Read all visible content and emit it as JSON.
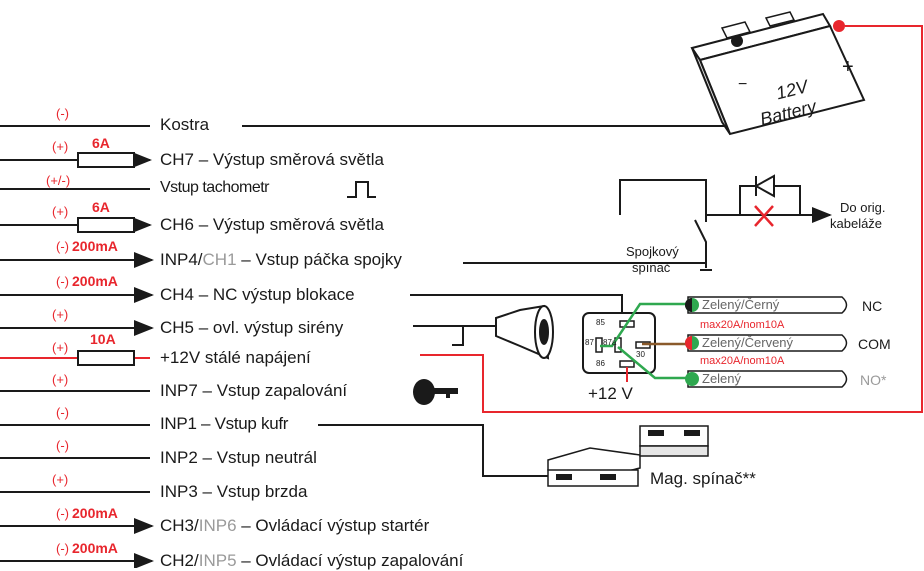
{
  "wires": [
    {
      "polarity": "(-)",
      "amp": "",
      "label": "Kostra"
    },
    {
      "polarity": "(+)",
      "amp": "6A",
      "label": "CH7 – Výstup směrová světla"
    },
    {
      "polarity": "(+/-)",
      "amp": "",
      "label": "Vstup tachometr"
    },
    {
      "polarity": "(+)",
      "amp": "6A",
      "label": "CH6 – Výstup směrová světla"
    },
    {
      "polarity": "(-)",
      "amp": "200mA",
      "label_a": "INP4/",
      "label_b": "CH1",
      "label_c": " – Vstup páčka spojky"
    },
    {
      "polarity": "(-)",
      "amp": "200mA",
      "label": "CH4 –  NC výstup blokace"
    },
    {
      "polarity": "(+)",
      "amp": "",
      "label": "CH5 –    ovl. výstup sirény"
    },
    {
      "polarity": "(+)",
      "amp": "10A",
      "label": "+12V   stálé napájení"
    },
    {
      "polarity": "(+)",
      "amp": "",
      "label": "INP7 – Vstup zapalování"
    },
    {
      "polarity": "(-)",
      "amp": "",
      "label": "INP1 – Vstup kufr"
    },
    {
      "polarity": "(-)",
      "amp": "",
      "label": "INP2 – Vstup neutrál"
    },
    {
      "polarity": "(+)",
      "amp": "",
      "label": "INP3 – Vstup brzda"
    },
    {
      "polarity": "(-)",
      "amp": "200mA",
      "label_a": "CH3/",
      "label_b": "INP6",
      "label_c": " – Ovládací výstup startér"
    },
    {
      "polarity": "(-)",
      "amp": "200mA",
      "label_a": "CH2/",
      "label_b": "INP5",
      "label_c": " – Ovládací výstup zapalování"
    }
  ],
  "battery": {
    "voltage": "12V",
    "name": "Battery",
    "minus": "−",
    "plus": "+"
  },
  "clutch": {
    "line1": "Spojkový",
    "line2": "spínač"
  },
  "orig": {
    "line1": "Do orig.",
    "line2": "kabeláže"
  },
  "relay": {
    "pins": [
      "85",
      "87",
      "87a",
      "30",
      "86"
    ],
    "supply": "+12 V",
    "outputs": [
      {
        "wire": "Zelený/Černý",
        "tag": "NC",
        "rating": "max20A/nom10A"
      },
      {
        "wire": "Zelený/Červený",
        "tag": "COM",
        "rating": "max20A/nom10A"
      },
      {
        "wire": "Zelený",
        "tag": "NO*",
        "rating": ""
      }
    ]
  },
  "magswitch": "Mag. spínač**",
  "colors": {
    "red": "#e8262d",
    "green": "#2fa84f",
    "black": "#1a1a1a",
    "brown": "#8a5a2b"
  }
}
